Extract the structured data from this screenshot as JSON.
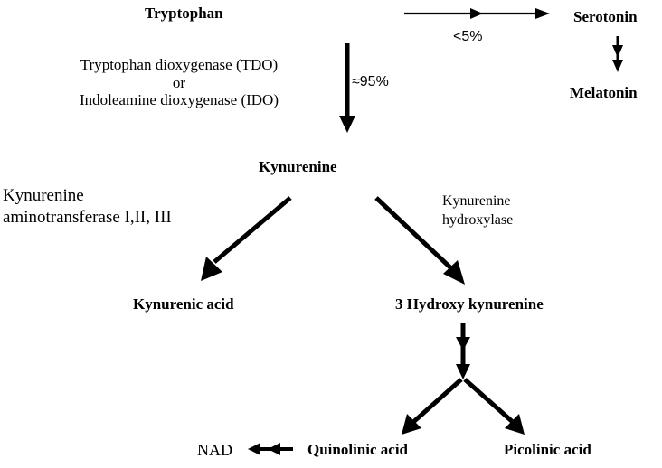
{
  "diagram": {
    "title": "Tryptophan metabolism pathway",
    "nodes": {
      "tryptophan": "Tryptophan",
      "serotonin": "Serotonin",
      "melatonin": "Melatonin",
      "kynurenine": "Kynurenine",
      "kynurenic_acid": "Kynurenic acid",
      "hydroxy_kynurenine": "3 Hydroxy kynurenine",
      "quinolinic_acid": "Quinolinic acid",
      "picolinic_acid": "Picolinic acid",
      "nad": "NAD"
    },
    "enzymes": {
      "tdo_line1": "Tryptophan dioxygenase (TDO)",
      "tdo_line2": "or",
      "tdo_line3": "Indoleamine dioxygenase (IDO)",
      "kat_line1": "Kynurenine",
      "kat_line2": "aminotransferase I,II, III",
      "kh_line1": "Kynurenine",
      "kh_line2": "hydroxylase"
    },
    "percentages": {
      "serotonin_branch": "<5%",
      "kynurenine_branch": "≈95%"
    },
    "edges": [
      {
        "from": "Tryptophan",
        "to": "Serotonin",
        "label": "<5%"
      },
      {
        "from": "Serotonin",
        "to": "Melatonin"
      },
      {
        "from": "Tryptophan",
        "to": "Kynurenine",
        "label": "≈95%"
      },
      {
        "from": "Kynurenine",
        "to": "Kynurenic acid",
        "enzyme": "Kynurenine aminotransferase I,II, III"
      },
      {
        "from": "Kynurenine",
        "to": "3 Hydroxy kynurenine",
        "enzyme": "Kynurenine hydroxylase"
      },
      {
        "from": "3 Hydroxy kynurenine",
        "to": "Quinolinic acid"
      },
      {
        "from": "3 Hydroxy kynurenine",
        "to": "Picolinic acid"
      },
      {
        "from": "Quinolinic acid",
        "to": "NAD"
      }
    ]
  }
}
